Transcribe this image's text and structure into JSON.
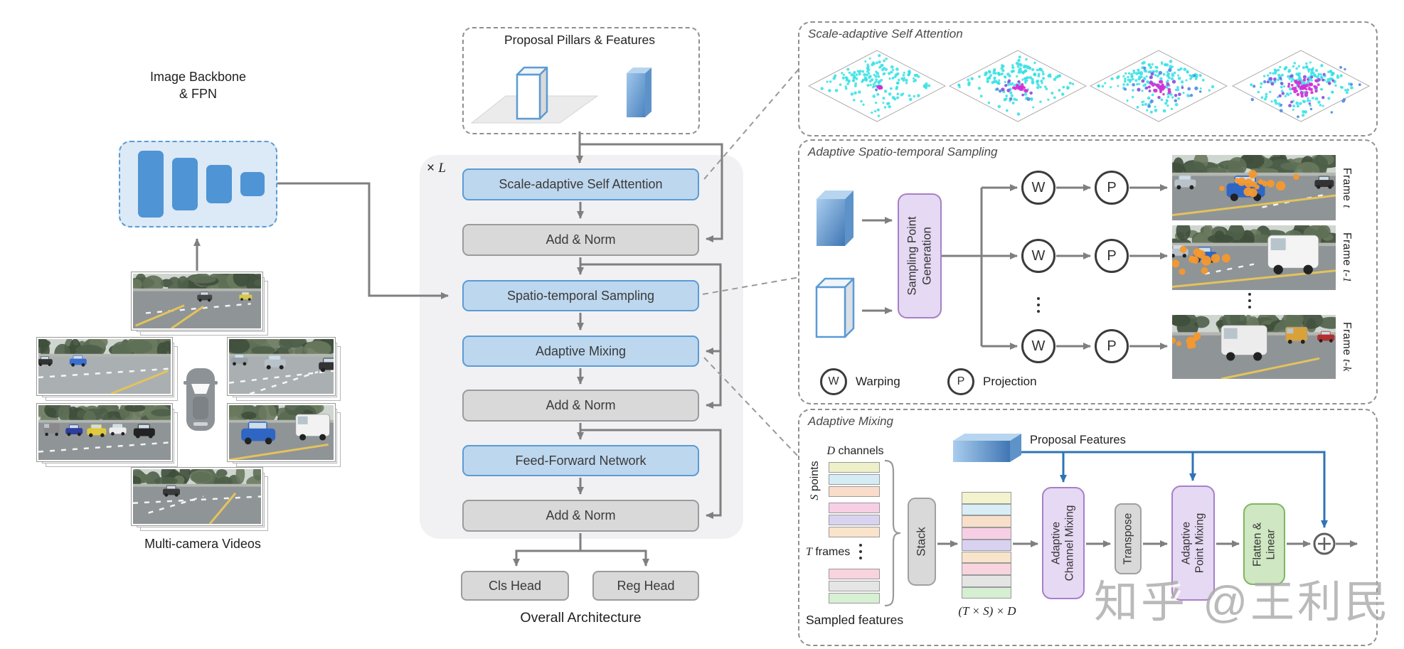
{
  "colors": {
    "accent_blue": "#5b9bd5",
    "block_blue_fill": "#bdd7ee",
    "block_gray_fill": "#d9d9d9",
    "purple_fill": "#e6d9f3",
    "purple_border": "#a87fc8",
    "green_fill": "#cfe7c2",
    "green_border": "#7eb75e",
    "arrow_gray": "#7f7f7f",
    "arrow_blue": "#2e74b5",
    "scatter_cyan": "#35e1e4",
    "scatter_magenta": "#d22fd6",
    "sampling_dot_orange": "#f5982e"
  },
  "left": {
    "backbone_title": [
      "Image Backbone",
      "& FPN"
    ],
    "videos_label": "Multi-camera Videos"
  },
  "proposal_panel": {
    "title": "Proposal Pillars & Features"
  },
  "architecture": {
    "loop_times": "×",
    "loop_var": "L",
    "blocks": [
      {
        "label": "Scale-adaptive Self Attention",
        "style": "blue"
      },
      {
        "label": "Add & Norm",
        "style": "gray"
      },
      {
        "label": "Spatio-temporal Sampling",
        "style": "blue"
      },
      {
        "label": "Adaptive Mixing",
        "style": "blue"
      },
      {
        "label": "Add & Norm",
        "style": "gray"
      },
      {
        "label": "Feed-Forward Network",
        "style": "blue"
      },
      {
        "label": "Add & Norm",
        "style": "gray"
      }
    ],
    "heads": [
      {
        "label": "Cls Head"
      },
      {
        "label": "Reg Head"
      }
    ],
    "caption": "Overall Architecture"
  },
  "sasa_panel": {
    "title": "Scale-adaptive Self Attention"
  },
  "sampling_panel": {
    "title": "Adaptive Spatio-temporal Sampling",
    "spg_lines": [
      "Sampling Point",
      "Generation"
    ],
    "warp_symbol": "W",
    "proj_symbol": "P",
    "legend": {
      "warp": "Warping",
      "proj": "Projection"
    },
    "frames": [
      {
        "text": "Frame ",
        "var": "t"
      },
      {
        "text": "Frame ",
        "var": "t-1"
      },
      {
        "text": "Frame ",
        "var": "t-k"
      }
    ]
  },
  "mixing_panel": {
    "title": "Adaptive Mixing",
    "d_var": "D",
    "d_rest": " channels",
    "s_var": "S",
    "s_rest": " points",
    "t_var": "T",
    "t_rest": " frames",
    "sampled_features": "Sampled features",
    "stack": "Stack",
    "dims": "(T × S) × D",
    "acm_lines": [
      "Adaptive",
      "Channel Mixing"
    ],
    "transpose": "Transpose",
    "apm_lines": [
      "Adaptive",
      "Point Mixing"
    ],
    "fl_lines": [
      "Flatten &",
      "Linear"
    ],
    "proposal_features": "Proposal Features",
    "group_colors": [
      [
        "#eef0c9",
        "#d5ecf5",
        "#f9dcc9"
      ],
      [
        "#f6cfe5",
        "#d9d3f0",
        "#f9e3ca"
      ],
      [
        "#f9d3de",
        "#e5e5e5",
        "#d7efd3"
      ]
    ],
    "column_colors": [
      "#f3f3cd",
      "#d8edf6",
      "#f8dfca",
      "#f7cfe5",
      "#d8d2f0",
      "#f8e3cb",
      "#f8d4de",
      "#e4e4e4",
      "#d6eed2"
    ]
  },
  "watermark": "知乎 @王利民"
}
